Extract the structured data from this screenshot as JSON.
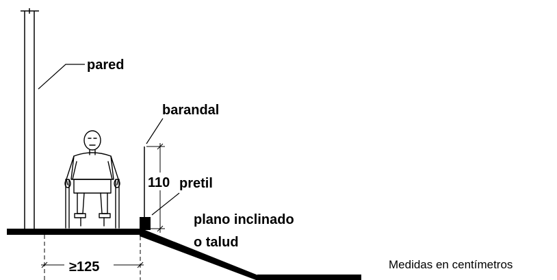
{
  "labels": {
    "wall": "pared",
    "railing": "barandal",
    "parapet": "pretil",
    "slope_line1": "plano  inclinado",
    "slope_line2": "o talud"
  },
  "dimensions": {
    "railing_height": "110",
    "clear_width": "≥125"
  },
  "note": "Medidas en centímetros",
  "figure": {
    "name": "wheelchair-user",
    "icon": "wheelchair-user-icon"
  },
  "colors": {
    "ink": "#000000",
    "background": "#ffffff"
  }
}
